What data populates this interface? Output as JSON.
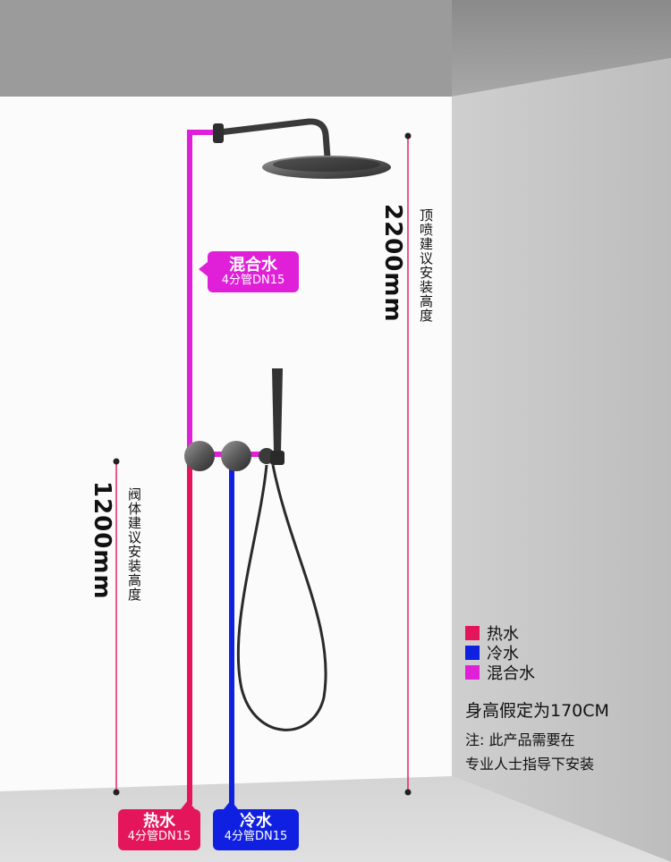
{
  "labels": {
    "shower_height_value": "2200mm",
    "shower_height_desc": "顶喷建议安装高度",
    "valve_height_value": "1200mm",
    "valve_height_desc": "阀体建议安装高度"
  },
  "tags": {
    "mixed": {
      "main": "混合水",
      "sub": "4分管DN15"
    },
    "hot": {
      "main": "热水",
      "sub": "4分管DN15"
    },
    "cold": {
      "main": "冷水",
      "sub": "4分管DN15"
    }
  },
  "legend": [
    {
      "label": "热水",
      "color": "#e4155a"
    },
    {
      "label": "冷水",
      "color": "#1020e0"
    },
    {
      "label": "混合水",
      "color": "#e020d8"
    }
  ],
  "notes": {
    "height": "身高假定为170CM",
    "line1": "注: 此产品需要在",
    "line2": "专业人士指导下安装"
  },
  "colors": {
    "hot": "#e4155a",
    "cold": "#1020e0",
    "mixed": "#e020d8",
    "dimension": "#e8226a"
  }
}
